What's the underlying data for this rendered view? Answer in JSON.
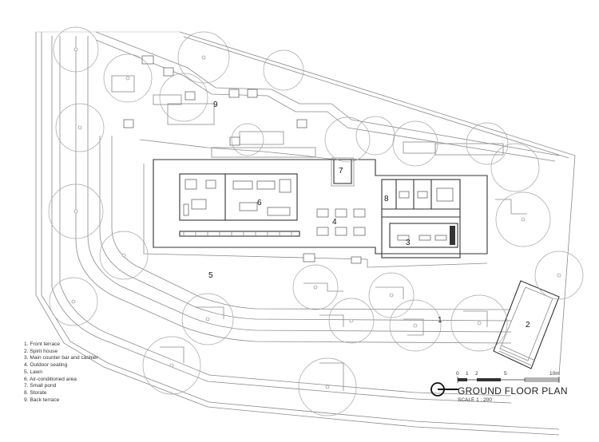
{
  "title": "GROUND FLOOR PLAN",
  "scale": "SCALE 1 : 200",
  "legend": [
    "1. Front terrace",
    "2. Spirit house",
    "3. Main counter bar and cashier",
    "4. Outdoor seating",
    "5. Lawn",
    "6. Air-conditioned area",
    "7. Small pond",
    "8. Storate",
    "9. Back terrace"
  ],
  "room_numbers": [
    "1",
    "2",
    "3",
    "4",
    "5",
    "6",
    "7",
    "8",
    "9"
  ],
  "scale_bar": [
    "0",
    "1",
    "2",
    "5",
    "10m"
  ]
}
